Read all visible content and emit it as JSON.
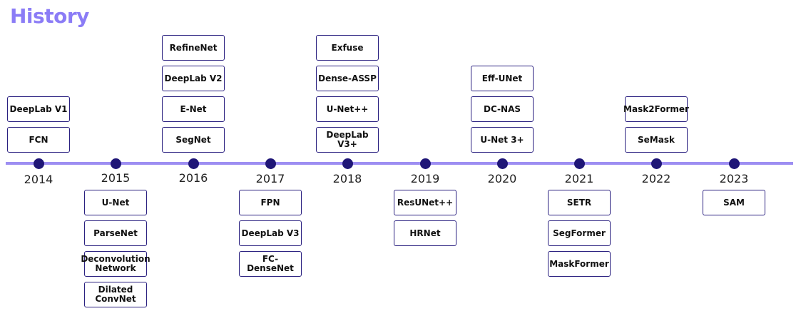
{
  "title": "History",
  "colors": {
    "accent": "#8b7cf6",
    "axis": "#9d8ef2",
    "dot": "#1f1677",
    "border": "#2a2080"
  },
  "years": [
    {
      "year": "2014",
      "above": [
        "DeepLab V1",
        "FCN"
      ],
      "below": []
    },
    {
      "year": "2015",
      "above": [],
      "below": [
        "U-Net",
        "ParseNet",
        "Deconvolution Network",
        "Dilated ConvNet"
      ]
    },
    {
      "year": "2016",
      "above": [
        "RefineNet",
        "DeepLab V2",
        "E-Net",
        "SegNet"
      ],
      "below": []
    },
    {
      "year": "2017",
      "above": [],
      "below": [
        "FPN",
        "DeepLab V3",
        "FC-DenseNet"
      ]
    },
    {
      "year": "2018",
      "above": [
        "Exfuse",
        "Dense-ASSP",
        "U-Net++",
        "DeepLab V3+"
      ],
      "below": []
    },
    {
      "year": "2019",
      "above": [],
      "below": [
        "ResUNet++",
        "HRNet"
      ]
    },
    {
      "year": "2020",
      "above": [
        "Eff-UNet",
        "DC-NAS",
        "U-Net 3+"
      ],
      "below": []
    },
    {
      "year": "2021",
      "above": [],
      "below": [
        "SETR",
        "SegFormer",
        "MaskFormer"
      ]
    },
    {
      "year": "2022",
      "above": [
        "Mask2Former",
        "SeMask"
      ],
      "below": []
    },
    {
      "year": "2023",
      "above": [],
      "below": [
        "SAM"
      ]
    }
  ]
}
